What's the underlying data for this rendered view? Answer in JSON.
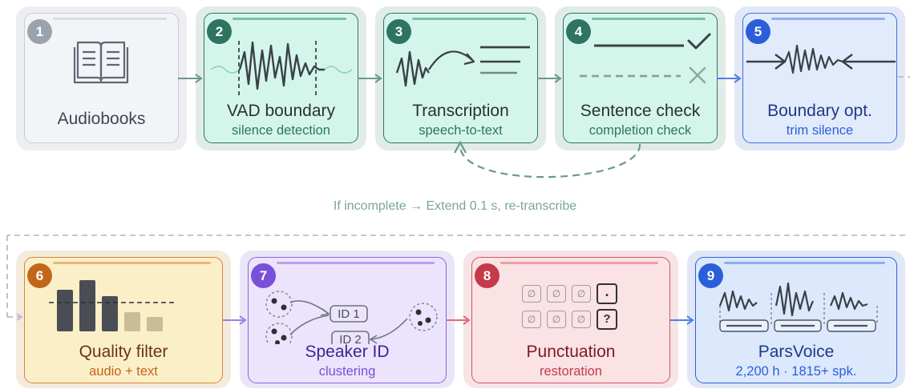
{
  "stages": [
    {
      "num": "1",
      "title": "Audiobooks",
      "subtitle": "",
      "icon": "book-icon"
    },
    {
      "num": "2",
      "title": "VAD boundary",
      "subtitle": "silence detection",
      "icon": "waveform-icon"
    },
    {
      "num": "3",
      "title": "Transcription",
      "subtitle": "speech-to-text",
      "icon": "speech-to-text-icon"
    },
    {
      "num": "4",
      "title": "Sentence check",
      "subtitle": "completion check",
      "icon": "check-cross-icon"
    },
    {
      "num": "5",
      "title": "Boundary opt.",
      "subtitle": "trim silence",
      "icon": "trim-waveform-icon"
    },
    {
      "num": "6",
      "title": "Quality filter",
      "subtitle": "audio + text",
      "icon": "bar-filter-icon"
    },
    {
      "num": "7",
      "title": "Speaker ID",
      "subtitle": "clustering",
      "icon": "speaker-cluster-icon"
    },
    {
      "num": "8",
      "title": "Punctuation",
      "subtitle": "restoration",
      "icon": "punctuation-grid-icon"
    },
    {
      "num": "9",
      "title": "ParsVoice",
      "subtitle": "2,200 h · 1815+ spk.",
      "icon": "segments-icon"
    }
  ],
  "loop_note": "If incomplete → Extend 0.1 s, re-transcribe",
  "speaker_labels": {
    "id1": "ID 1",
    "id2": "ID 2"
  },
  "punct_marks": {
    "slot": "∅",
    "period": ".",
    "question": "?"
  },
  "colors": {
    "gray": "#8d98a8",
    "teal": "#2f7462",
    "blue": "#2b5fd9",
    "orange": "#c2671a",
    "purple": "#7a4fd9",
    "red": "#c43a4a",
    "connector_green": "#6a9a88",
    "connector_gray": "#b9bec4"
  }
}
